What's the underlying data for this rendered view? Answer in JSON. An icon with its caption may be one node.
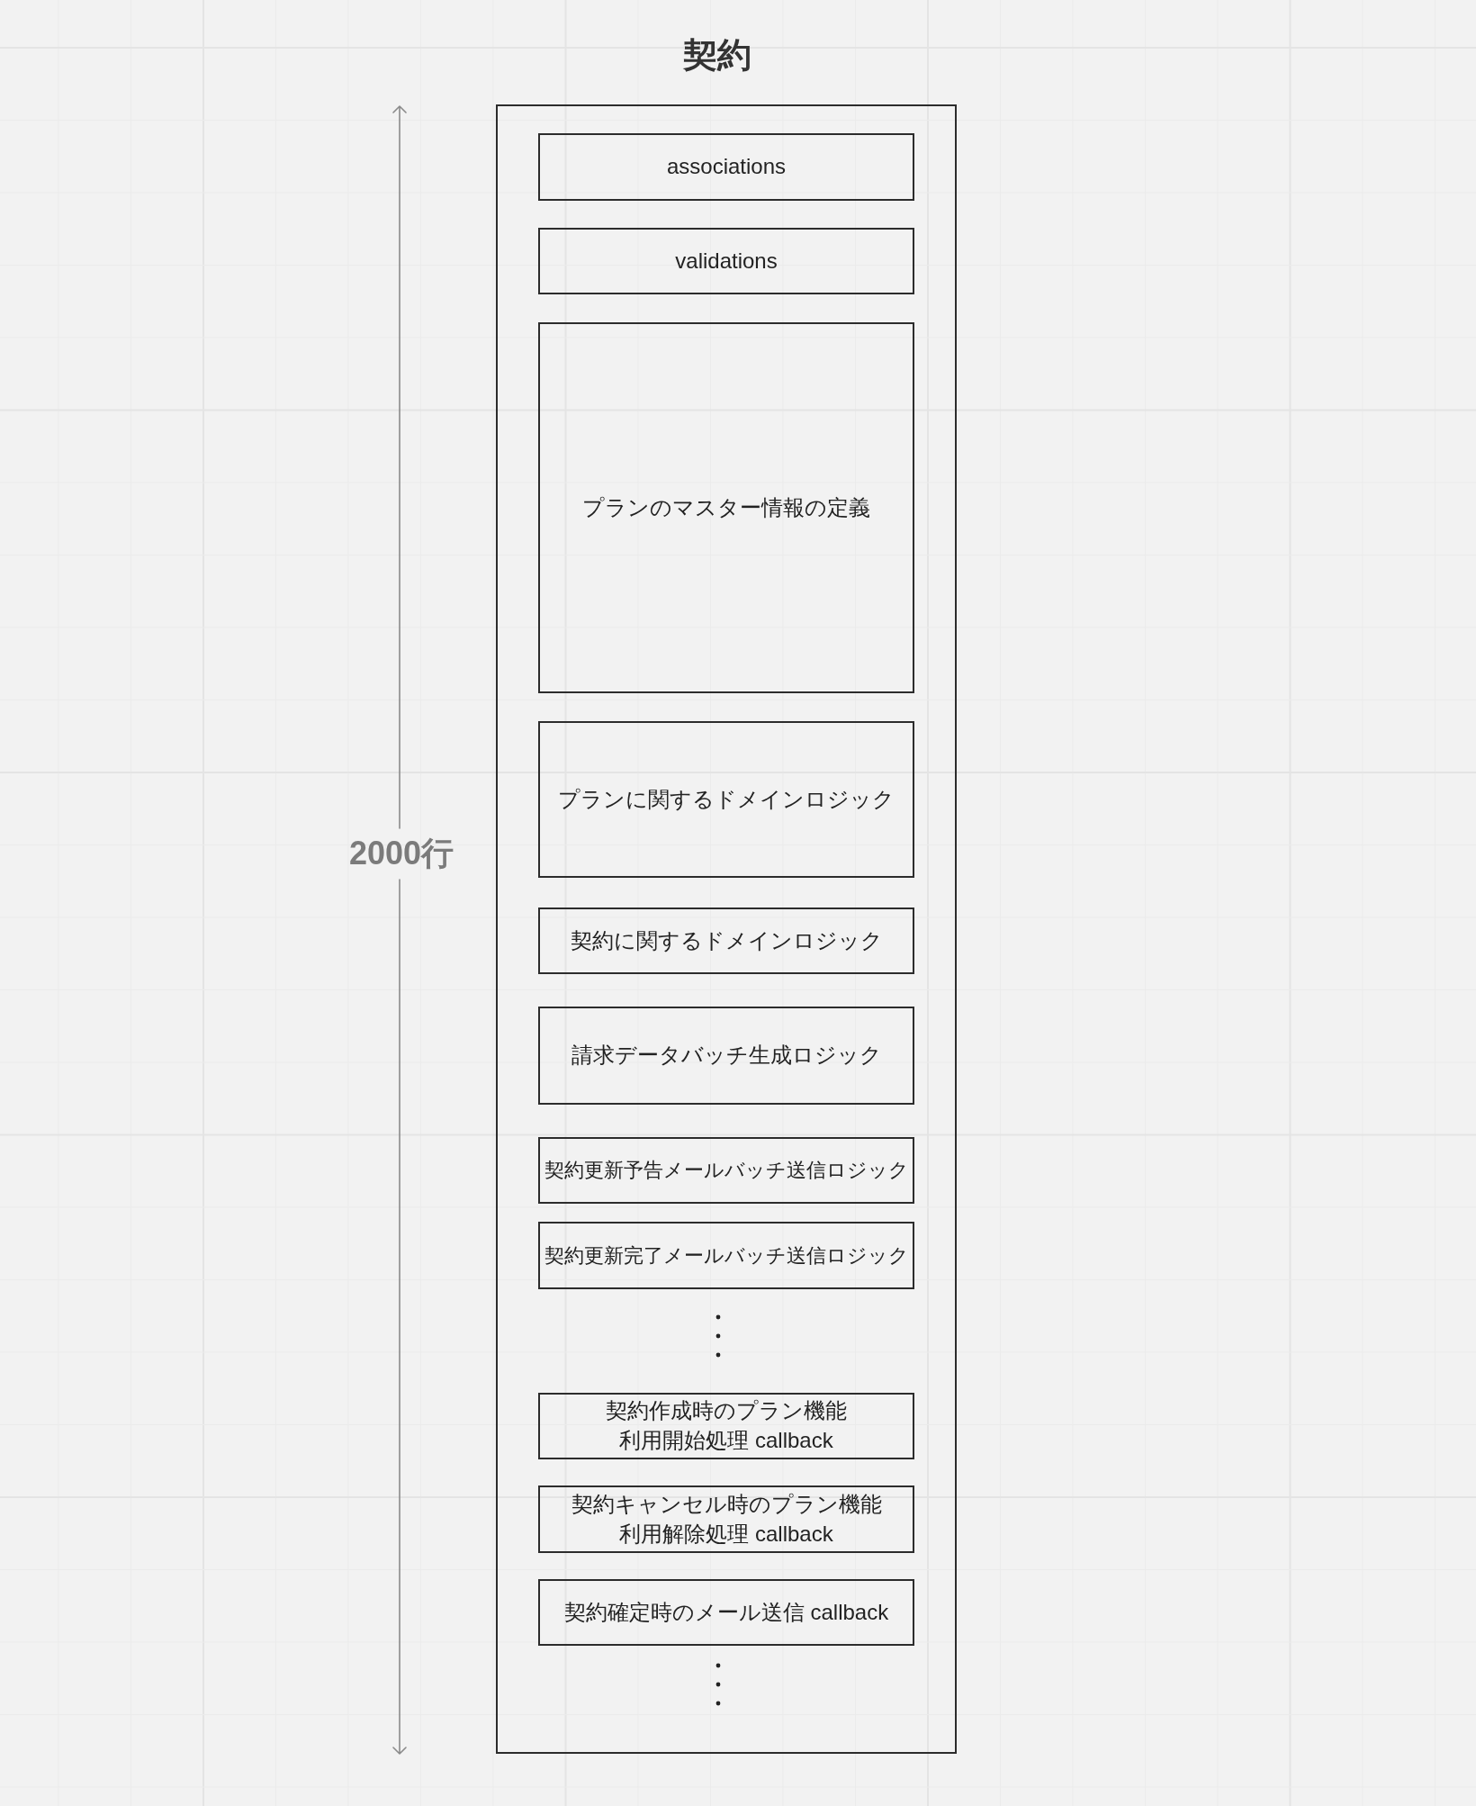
{
  "diagram": {
    "nodes": [
      {
        "text": [
          "契約"
        ]
      },
      {
        "text": [
          "associations"
        ],
        "in": 0
      },
      {
        "text": [
          "validations"
        ],
        "in": 0
      },
      {
        "text": [
          "プランのマスター情報の定義"
        ],
        "in": 0
      },
      {
        "text": [
          "プランに関するドメインロジック"
        ],
        "in": 0
      },
      {
        "text": [
          "契約に関するドメインロジック"
        ],
        "in": 0
      },
      {
        "text": [
          "請求データバッチ生成ロジック"
        ],
        "in": 0
      },
      {
        "text": [
          "契約更新予告メールバッチ送信ロジック"
        ],
        "in": 0
      },
      {
        "text": [
          "契約更新完了メールバッチ送信ロジック"
        ],
        "in": 0
      },
      {
        "text": [
          "契約作成時のプラン機能利用開始処理 callback"
        ],
        "in": 0
      },
      {
        "text": [
          "契約キャンセル時のプラン機能利用解除処理 callback"
        ],
        "in": 0
      },
      {
        "text": [
          "契約確定時のメール送信 callback"
        ],
        "in": 0
      }
    ],
    "labels": [
      "2000行"
    ]
  }
}
